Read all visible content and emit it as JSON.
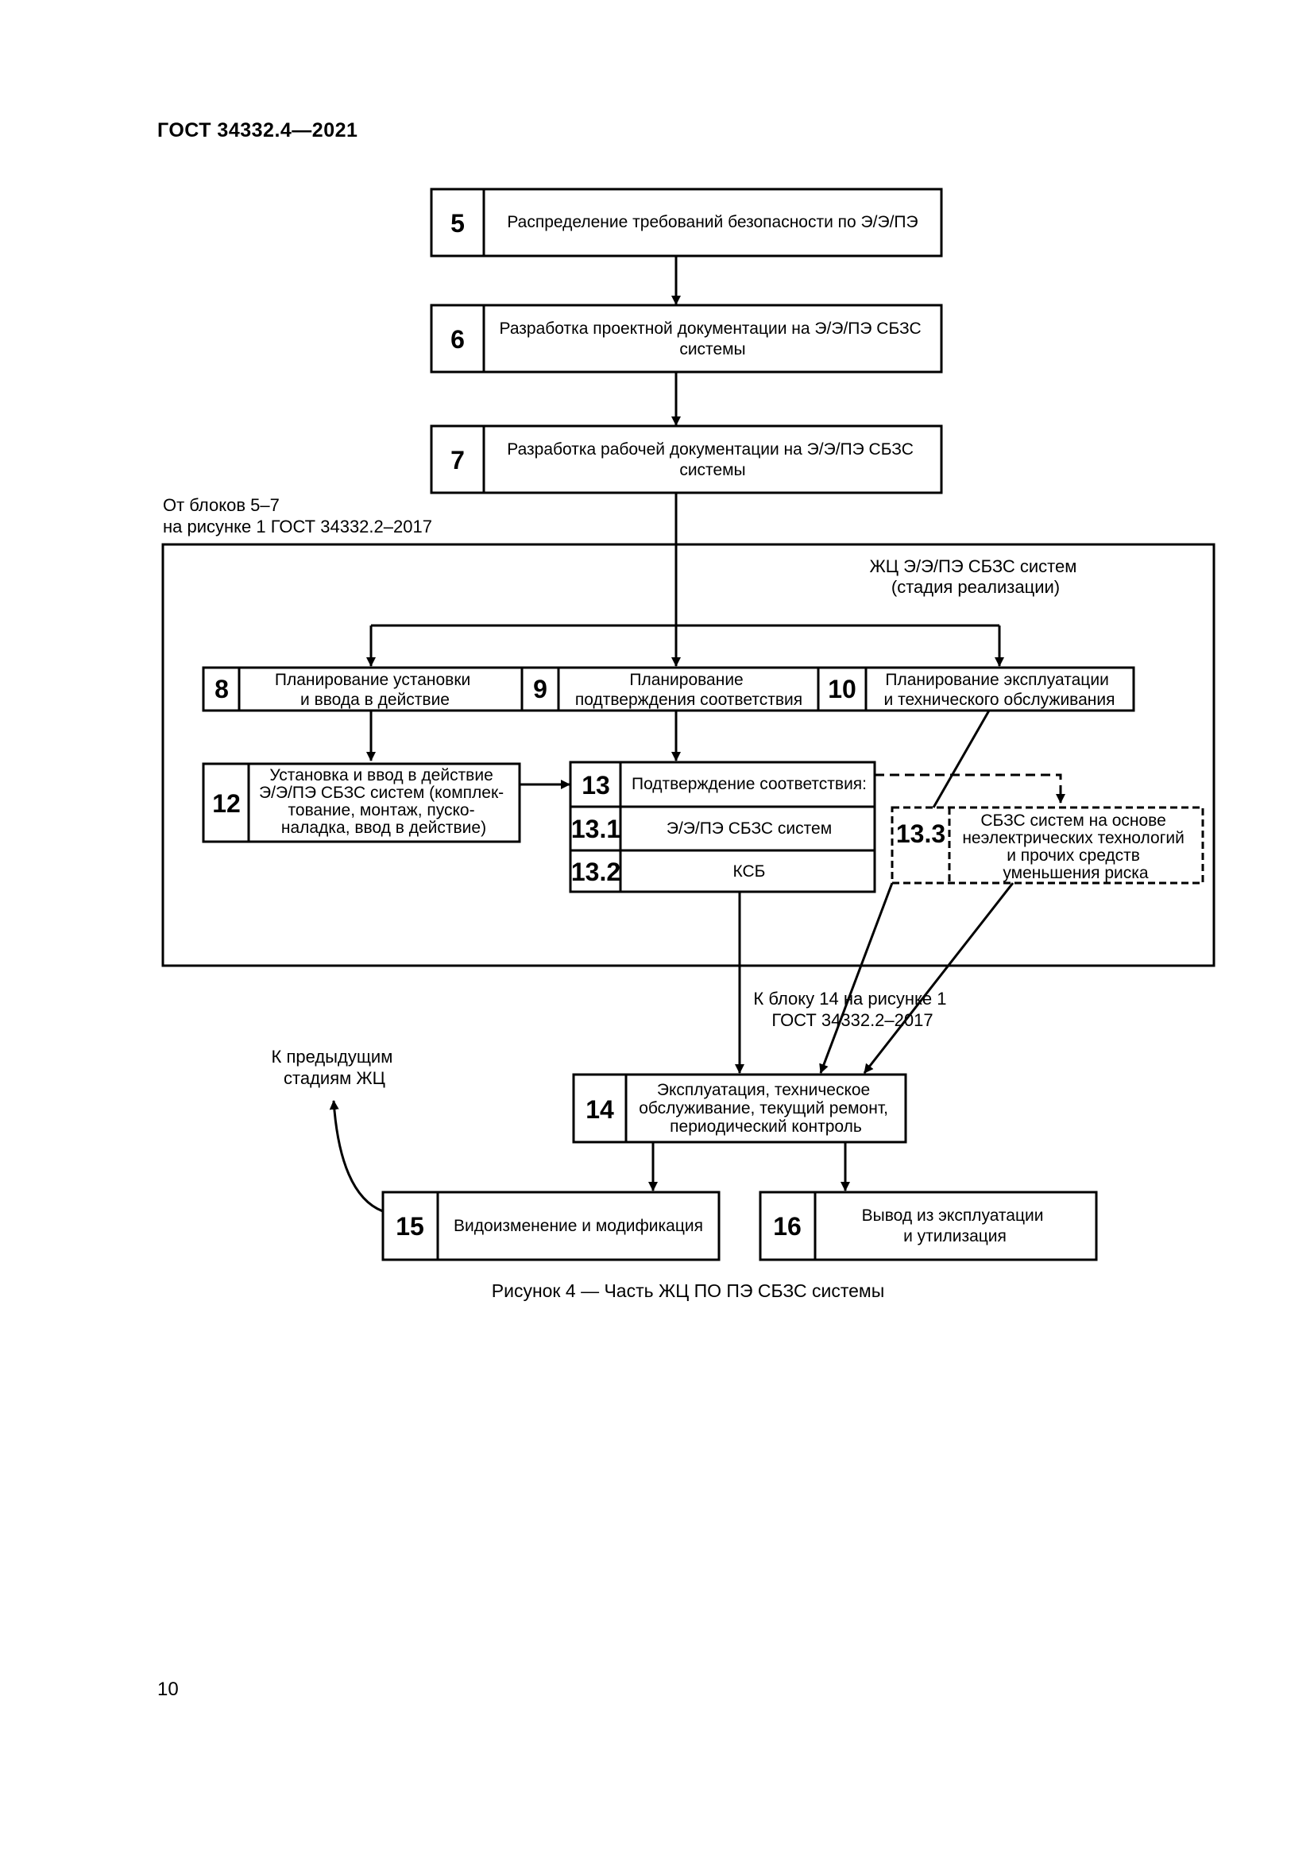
{
  "header": {
    "title": "ГОСТ 34332.4—2021"
  },
  "diagram": {
    "blocks": [
      {
        "id": "5",
        "lines": [
          "Распределение требований безопасности по Э/Э/ПЭ"
        ]
      },
      {
        "id": "6",
        "lines": [
          "Разработка проектной документации на Э/Э/ПЭ СБЗС",
          "системы"
        ]
      },
      {
        "id": "7",
        "lines": [
          "Разработка рабочей документации на Э/Э/ПЭ СБЗС",
          "системы"
        ]
      },
      {
        "id": "8",
        "lines": [
          "Планирование установки",
          "и ввода в действие"
        ]
      },
      {
        "id": "9",
        "lines": [
          "Планирование",
          "подтверждения соответствия"
        ]
      },
      {
        "id": "10",
        "lines": [
          "Планирование эксплуатации",
          "и технического обслуживания"
        ]
      },
      {
        "id": "12",
        "lines": [
          "Установка и ввод в действие",
          "Э/Э/ПЭ СБЗС систем (комплек-",
          "тование, монтаж, пуско-",
          "наладка, ввод в действие)"
        ]
      },
      {
        "id": "13",
        "lines": [
          "Подтверждение соответствия:"
        ]
      },
      {
        "id": "13.1",
        "lines": [
          "Э/Э/ПЭ СБЗС систем"
        ]
      },
      {
        "id": "13.2",
        "lines": [
          "КСБ"
        ]
      },
      {
        "id": "13.3",
        "lines": [
          "СБЗС систем на основе",
          "неэлектрических технологий",
          "и прочих средств",
          "уменьшения риска"
        ]
      },
      {
        "id": "14",
        "lines": [
          "Эксплуатация, техническое",
          "обслуживание, текущий ремонт,",
          "периодический контроль"
        ]
      },
      {
        "id": "15",
        "lines": [
          "Видоизменение и модификация"
        ]
      },
      {
        "id": "16",
        "lines": [
          "Вывод из эксплуатации",
          "и утилизация"
        ]
      }
    ],
    "frame_title": [
      "ЖЦ Э/Э/ПЭ СБЗС систем",
      "(стадия реализации)"
    ],
    "from_note": [
      "От блоков 5–7",
      "на рисунке 1 ГОСТ 34332.2–2017"
    ],
    "to_note": [
      "К блоку 14 на рисунке 1",
      "ГОСТ 34332.2–2017"
    ],
    "prev_note": [
      "К предыдущим",
      "стадиям ЖЦ"
    ]
  },
  "caption": "Рисунок 4 — Часть ЖЦ ПО ПЭ СБЗС системы",
  "page_number": "10"
}
